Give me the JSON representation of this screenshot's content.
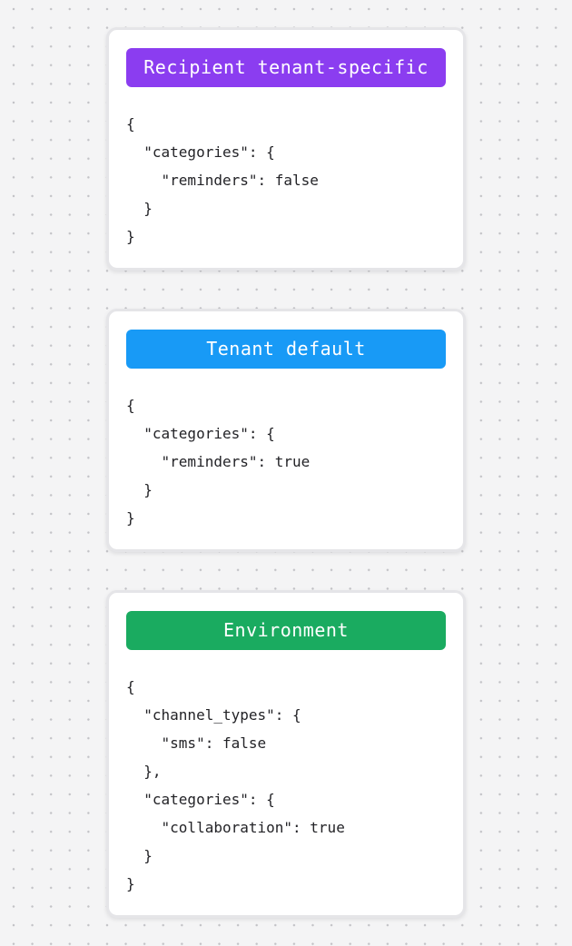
{
  "page": {
    "background_color": "#F4F4F5",
    "dot_color": "#C2C2C6",
    "card_background": "#FFFFFF",
    "card_border_color": "#E5E5E8",
    "code_text_color": "#232327"
  },
  "cards": [
    {
      "badge": {
        "label": "Recipient tenant-specific",
        "color": "#8B3DF0"
      },
      "code": "{\n  \"categories\": {\n    \"reminders\": false\n  }\n}"
    },
    {
      "badge": {
        "label": "Tenant default",
        "color": "#189AF6"
      },
      "code": "{\n  \"categories\": {\n    \"reminders\": true\n  }\n}"
    },
    {
      "badge": {
        "label": "Environment",
        "color": "#1AAB60"
      },
      "code": "{\n  \"channel_types\": {\n    \"sms\": false\n  },\n  \"categories\": {\n    \"collaboration\": true\n  }\n}"
    }
  ]
}
